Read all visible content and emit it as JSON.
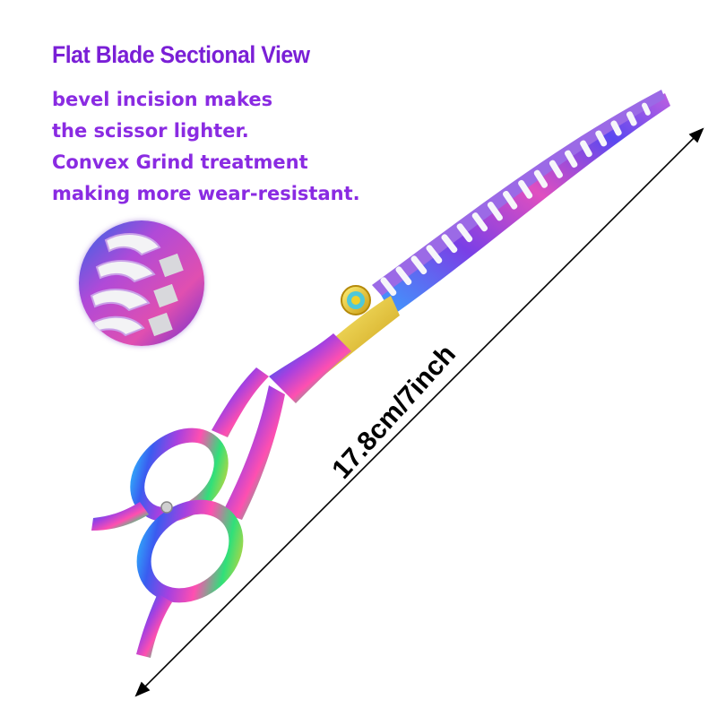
{
  "heading": "Flat Blade Sectional View",
  "description": [
    "bevel incision makes",
    "the scissor lighter.",
    "Convex Grind treatment",
    "making more wear-resistant."
  ],
  "dimension_label": "17.8cm/7inch",
  "colors": {
    "heading": "#7a1fd6",
    "description": "#8a2be2",
    "dimension": "#000000"
  },
  "icons": [
    "scissors-product-image",
    "blade-detail-zoom",
    "dimension-arrow"
  ]
}
